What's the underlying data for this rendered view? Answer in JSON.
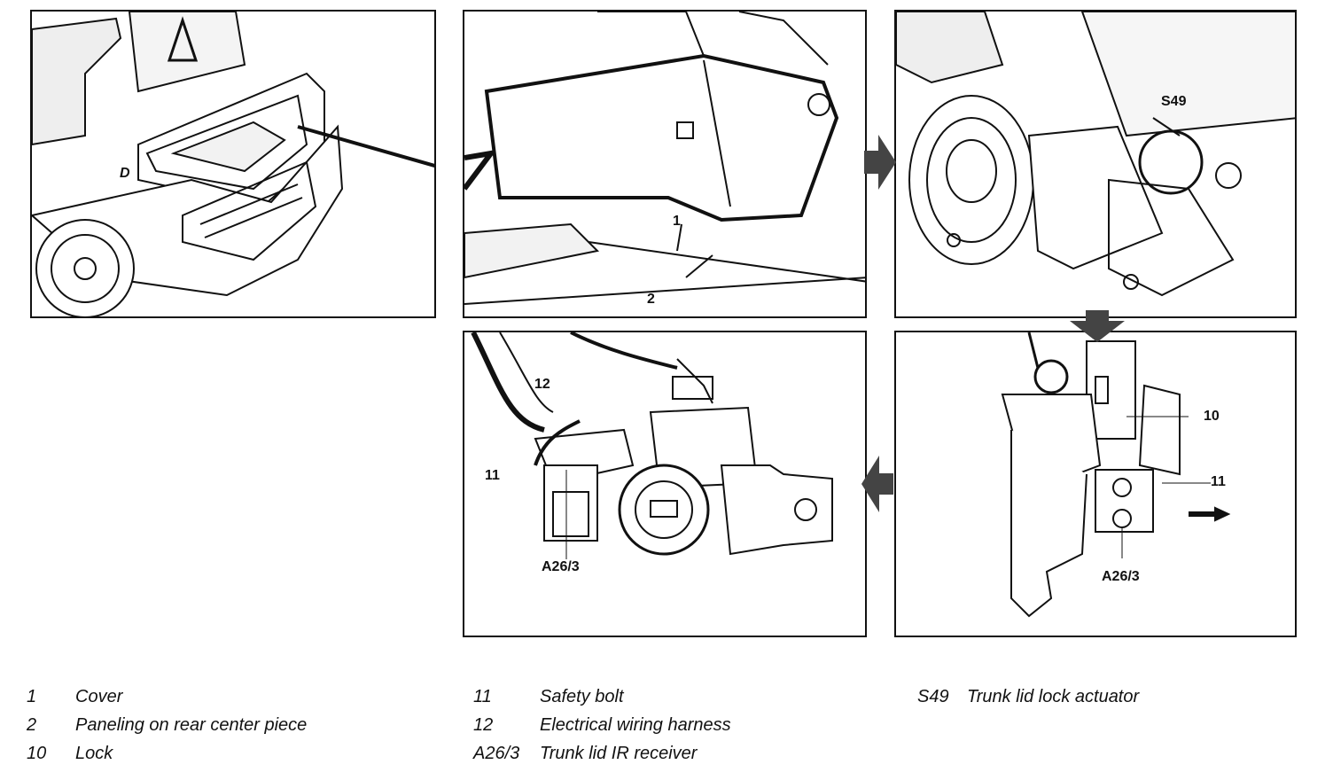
{
  "panels": {
    "p1": {
      "callouts": {
        "d": "D"
      }
    },
    "p2": {
      "callouts": {
        "c1": "1",
        "c2": "2"
      }
    },
    "p3": {
      "callouts": {
        "s49": "S49"
      }
    },
    "p4": {
      "callouts": {
        "c12": "12",
        "c11": "11",
        "a263": "A26/3"
      }
    },
    "p5": {
      "callouts": {
        "c10": "10",
        "c11": "11",
        "a263": "A26/3"
      }
    }
  },
  "legend": [
    {
      "num": "1",
      "text": "Cover"
    },
    {
      "num": "2",
      "text": "Paneling on rear center piece"
    },
    {
      "num": "10",
      "text": "Lock"
    },
    {
      "num": "11",
      "text": "Safety bolt"
    },
    {
      "num": "12",
      "text": "Electrical wiring harness"
    },
    {
      "num": "A26/3",
      "text": "Trunk lid IR receiver"
    },
    {
      "num": "S49",
      "text": "Trunk lid lock actuator"
    }
  ]
}
